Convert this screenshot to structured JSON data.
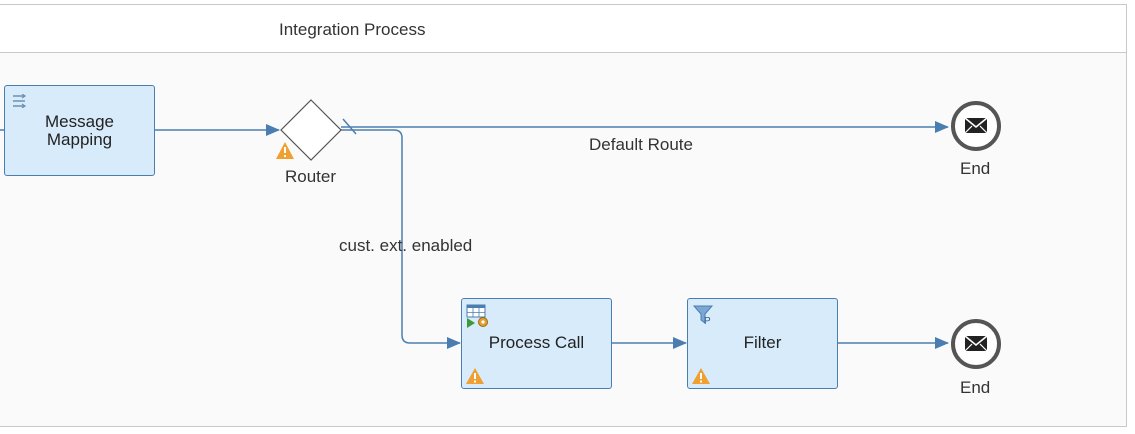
{
  "pool": {
    "title": "Integration Process"
  },
  "steps": {
    "message_mapping": {
      "line1": "Message",
      "line2": "Mapping",
      "icon": "mapping-icon"
    },
    "router": {
      "label": "Router",
      "warning": true
    },
    "process_call": {
      "label": "Process Call",
      "icon": "process-call-icon",
      "warning": true
    },
    "filter": {
      "label": "Filter",
      "icon": "filter-icon",
      "warning": true
    },
    "end_top": {
      "label": "End",
      "icon": "envelope-icon"
    },
    "end_bottom": {
      "label": "End",
      "icon": "envelope-icon"
    }
  },
  "routes": {
    "default_route": "Default Route",
    "ext_route": "cust. ext. enabled"
  },
  "colors": {
    "connector": "#4a7eb0",
    "step_fill": "#d7ebfb",
    "warning": "#f0a030",
    "end_ring": "#555555"
  }
}
